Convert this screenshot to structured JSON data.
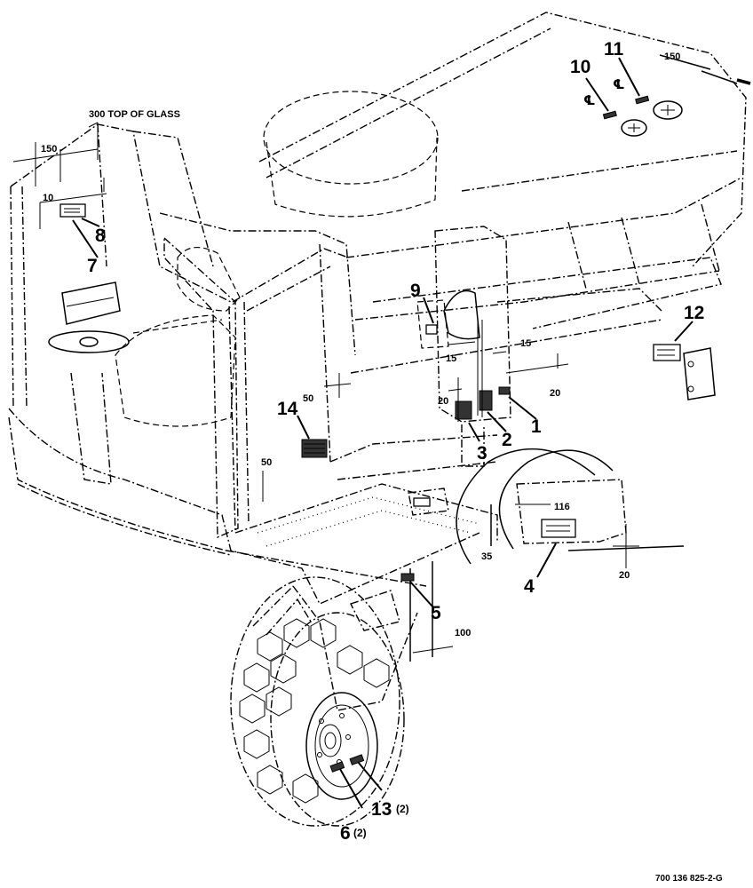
{
  "callouts": {
    "c1": "1",
    "c2": "2",
    "c3": "3",
    "c4": "4",
    "c5": "5",
    "c7": "7",
    "c8": "8",
    "c9": "9",
    "c10": "10",
    "c11": "11",
    "c12": "12",
    "c13": "13",
    "c13_qty": "(2)",
    "c6": "6",
    "c6_qty": "(2)",
    "c14": "14"
  },
  "dimensions": {
    "d150_top_right": "150",
    "d150_cab": "150",
    "d10": "10",
    "d15_a": "15",
    "d15_b": "15",
    "d20_side": "20",
    "d20_left": "20",
    "d20_inset": "20",
    "d50_upper": "50",
    "d50_lower": "50",
    "d116": "116",
    "d35": "35",
    "d100": "100"
  },
  "notes": {
    "top_of_glass": "300 TOP OF GLASS",
    "centerline_a": "℄",
    "centerline_b": "℄"
  },
  "drawing_ref": "700 136 825-2-G"
}
